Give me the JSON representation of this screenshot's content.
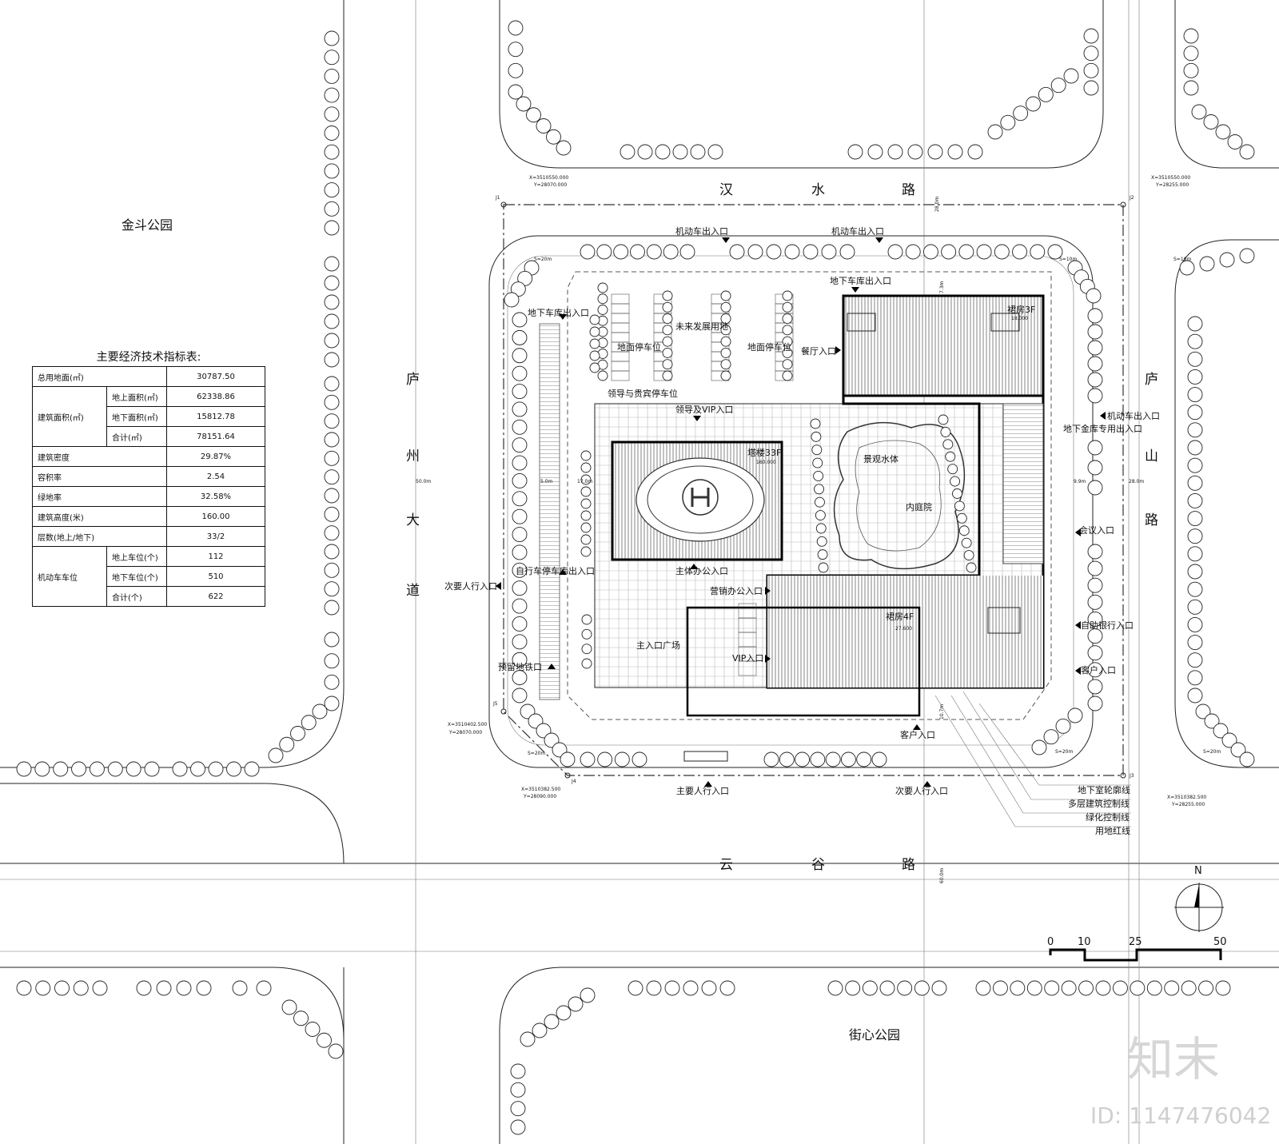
{
  "parks": {
    "north_west": "金斗公园",
    "south": "街心公园"
  },
  "roads": {
    "north": [
      "汉",
      "水",
      "路"
    ],
    "south": [
      "云",
      "谷",
      "路"
    ],
    "west": [
      "庐",
      "州",
      "大",
      "道"
    ],
    "east": [
      "庐",
      "山",
      "路"
    ]
  },
  "road_widths": {
    "north": "28.0m",
    "west": "50.0m",
    "east": "28.0m",
    "south": "60.0m"
  },
  "table": {
    "title": "主要经济技术指标表:",
    "rows": [
      {
        "label": "总用地面(㎡)",
        "sub": "",
        "value": "30787.50"
      },
      {
        "label": "建筑面积(㎡)",
        "sub": "地上面积(㎡)",
        "value": "62338.86"
      },
      {
        "label": "",
        "sub": "地下面积(㎡)",
        "value": "15812.78"
      },
      {
        "label": "",
        "sub": "合计(㎡)",
        "value": "78151.64"
      },
      {
        "label": "建筑密度",
        "sub": "",
        "value": "29.87%"
      },
      {
        "label": "容积率",
        "sub": "",
        "value": "2.54"
      },
      {
        "label": "绿地率",
        "sub": "",
        "value": "32.58%"
      },
      {
        "label": "建筑高度(米)",
        "sub": "",
        "value": "160.00"
      },
      {
        "label": "层数(地上/地下)",
        "sub": "",
        "value": "33/2"
      },
      {
        "label": "机动车车位",
        "sub": "地上车位(个)",
        "value": "112"
      },
      {
        "label": "",
        "sub": "地下车位(个)",
        "value": "510"
      },
      {
        "label": "",
        "sub": "合计(个)",
        "value": "622"
      }
    ]
  },
  "labels": {
    "vehicle_exit_1": "机动车出入口",
    "vehicle_exit_2": "机动车出入口",
    "vehicle_exit_east": "机动车出入口",
    "underground_exit_n": "地下车库出入口",
    "underground_exit_w": "地下车库出入口",
    "vault_exit": "地下金库专用出入口",
    "future": "未来发展用地",
    "parking_w": "地面停车位",
    "parking_e": "地面停车位",
    "vip_parking": "领导与贵宾停车位",
    "vip_entry": "领导及VIP入口",
    "lobby_entry": "餐厅入口",
    "podium3": "裙房3F",
    "tower": "塔楼33F",
    "water": "景观水体",
    "courtyard": "内庭院",
    "meeting": "会议入口",
    "bike": "自行车停车库出入口",
    "main_office": "主体办公入口",
    "sales": "营销办公入口",
    "secondary_ped_w": "次要人行入口",
    "plaza": "主入口广场",
    "vip2": "VIP入口",
    "podium4": "裙房4F",
    "metro": "预留地铁口",
    "atm": "自助银行入口",
    "customer_e": "客户入口",
    "customer_s": "客户入口",
    "main_ped": "主要人行入口",
    "secondary_ped_s": "次要人行入口"
  },
  "legend": [
    "地下室轮廓线",
    "多层建筑控制线",
    "绿化控制线",
    "用地红线"
  ],
  "points": {
    "j1": {
      "id": "J1",
      "x": "X=3510550.000",
      "y": "Y=28070.000"
    },
    "j2": {
      "id": "J2",
      "x": "X=3510550.000",
      "y": "Y=28255.000"
    },
    "j3": {
      "id": "J3",
      "x": "X=3510382.500",
      "y": "Y=28255.000"
    },
    "j4": {
      "id": "J4",
      "x": "X=3510382.500",
      "y": "Y=28090.000"
    },
    "j5": {
      "id": "J5",
      "x": "X=3510402.500",
      "y": "Y=28070.000"
    }
  },
  "radii": {
    "nw": "S=20m",
    "ne": "S=10m",
    "e_road": "S=10m",
    "sw": "S=20m",
    "se": "S=20m",
    "se_road": "S=20m"
  },
  "elevations": {
    "tower": "160.000",
    "podium3": "18.000",
    "podium4": "27.600"
  },
  "dims": {
    "d1": "17.0m",
    "d2": "9.9m",
    "d3": "5.0m",
    "d4": "10.7m",
    "d5": "7.3m"
  },
  "north": "N",
  "scale": [
    "0",
    "10",
    "25",
    "50"
  ],
  "watermark": {
    "logo": "知末",
    "id": "ID: 1147476042"
  }
}
